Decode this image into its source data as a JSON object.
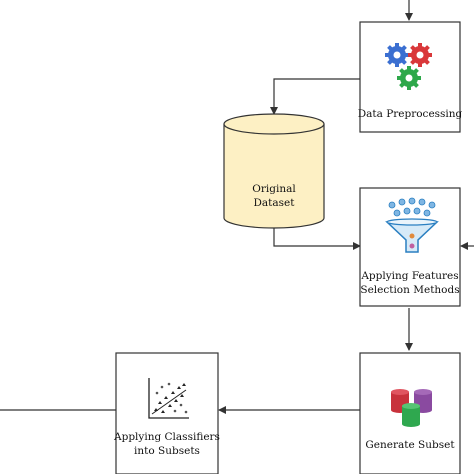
{
  "nodes": {
    "preprocessing": {
      "label": "Data Preprocessing",
      "icon": "gears-icon"
    },
    "dataset": {
      "label_line1": "Original",
      "label_line2": "Dataset",
      "shape": "cylinder",
      "fill": "#fdf0c4"
    },
    "feature_selection": {
      "label_line1": "Applying Features",
      "label_line2": "Selection Methods",
      "icon": "funnel-icon"
    },
    "subset": {
      "label": "Generate Subset",
      "icon": "database-cylinders-icon"
    },
    "classifiers": {
      "label_line1": "Applying Classifiers",
      "label_line2": "into Subsets",
      "icon": "scatter-plot-icon"
    }
  },
  "colors": {
    "gear_blue": "#3b6fd1",
    "gear_red": "#d9383a",
    "gear_green": "#2ea84a",
    "funnel": "#2a7fc1",
    "db_red": "#c8323c",
    "db_purple": "#8a4aa0",
    "db_green": "#2fa84f"
  }
}
